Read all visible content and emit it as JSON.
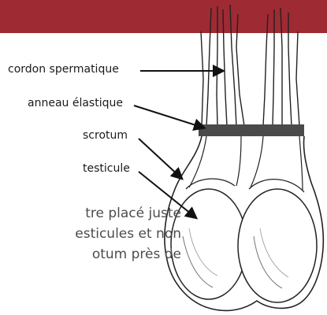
{
  "colors": {
    "banner": "#9e2a34",
    "ring": "#4a4a4a",
    "ink": "#222222",
    "body_text": "#4d4d4d"
  },
  "diagram": {
    "labels": {
      "cordon": "cordon spermatique",
      "anneau": "anneau élastique",
      "scrotum": "scrotum",
      "testicule": "testicule"
    }
  },
  "body_text": {
    "lines": [
      "tre placé juste",
      "esticules et non",
      "otum près de"
    ]
  }
}
